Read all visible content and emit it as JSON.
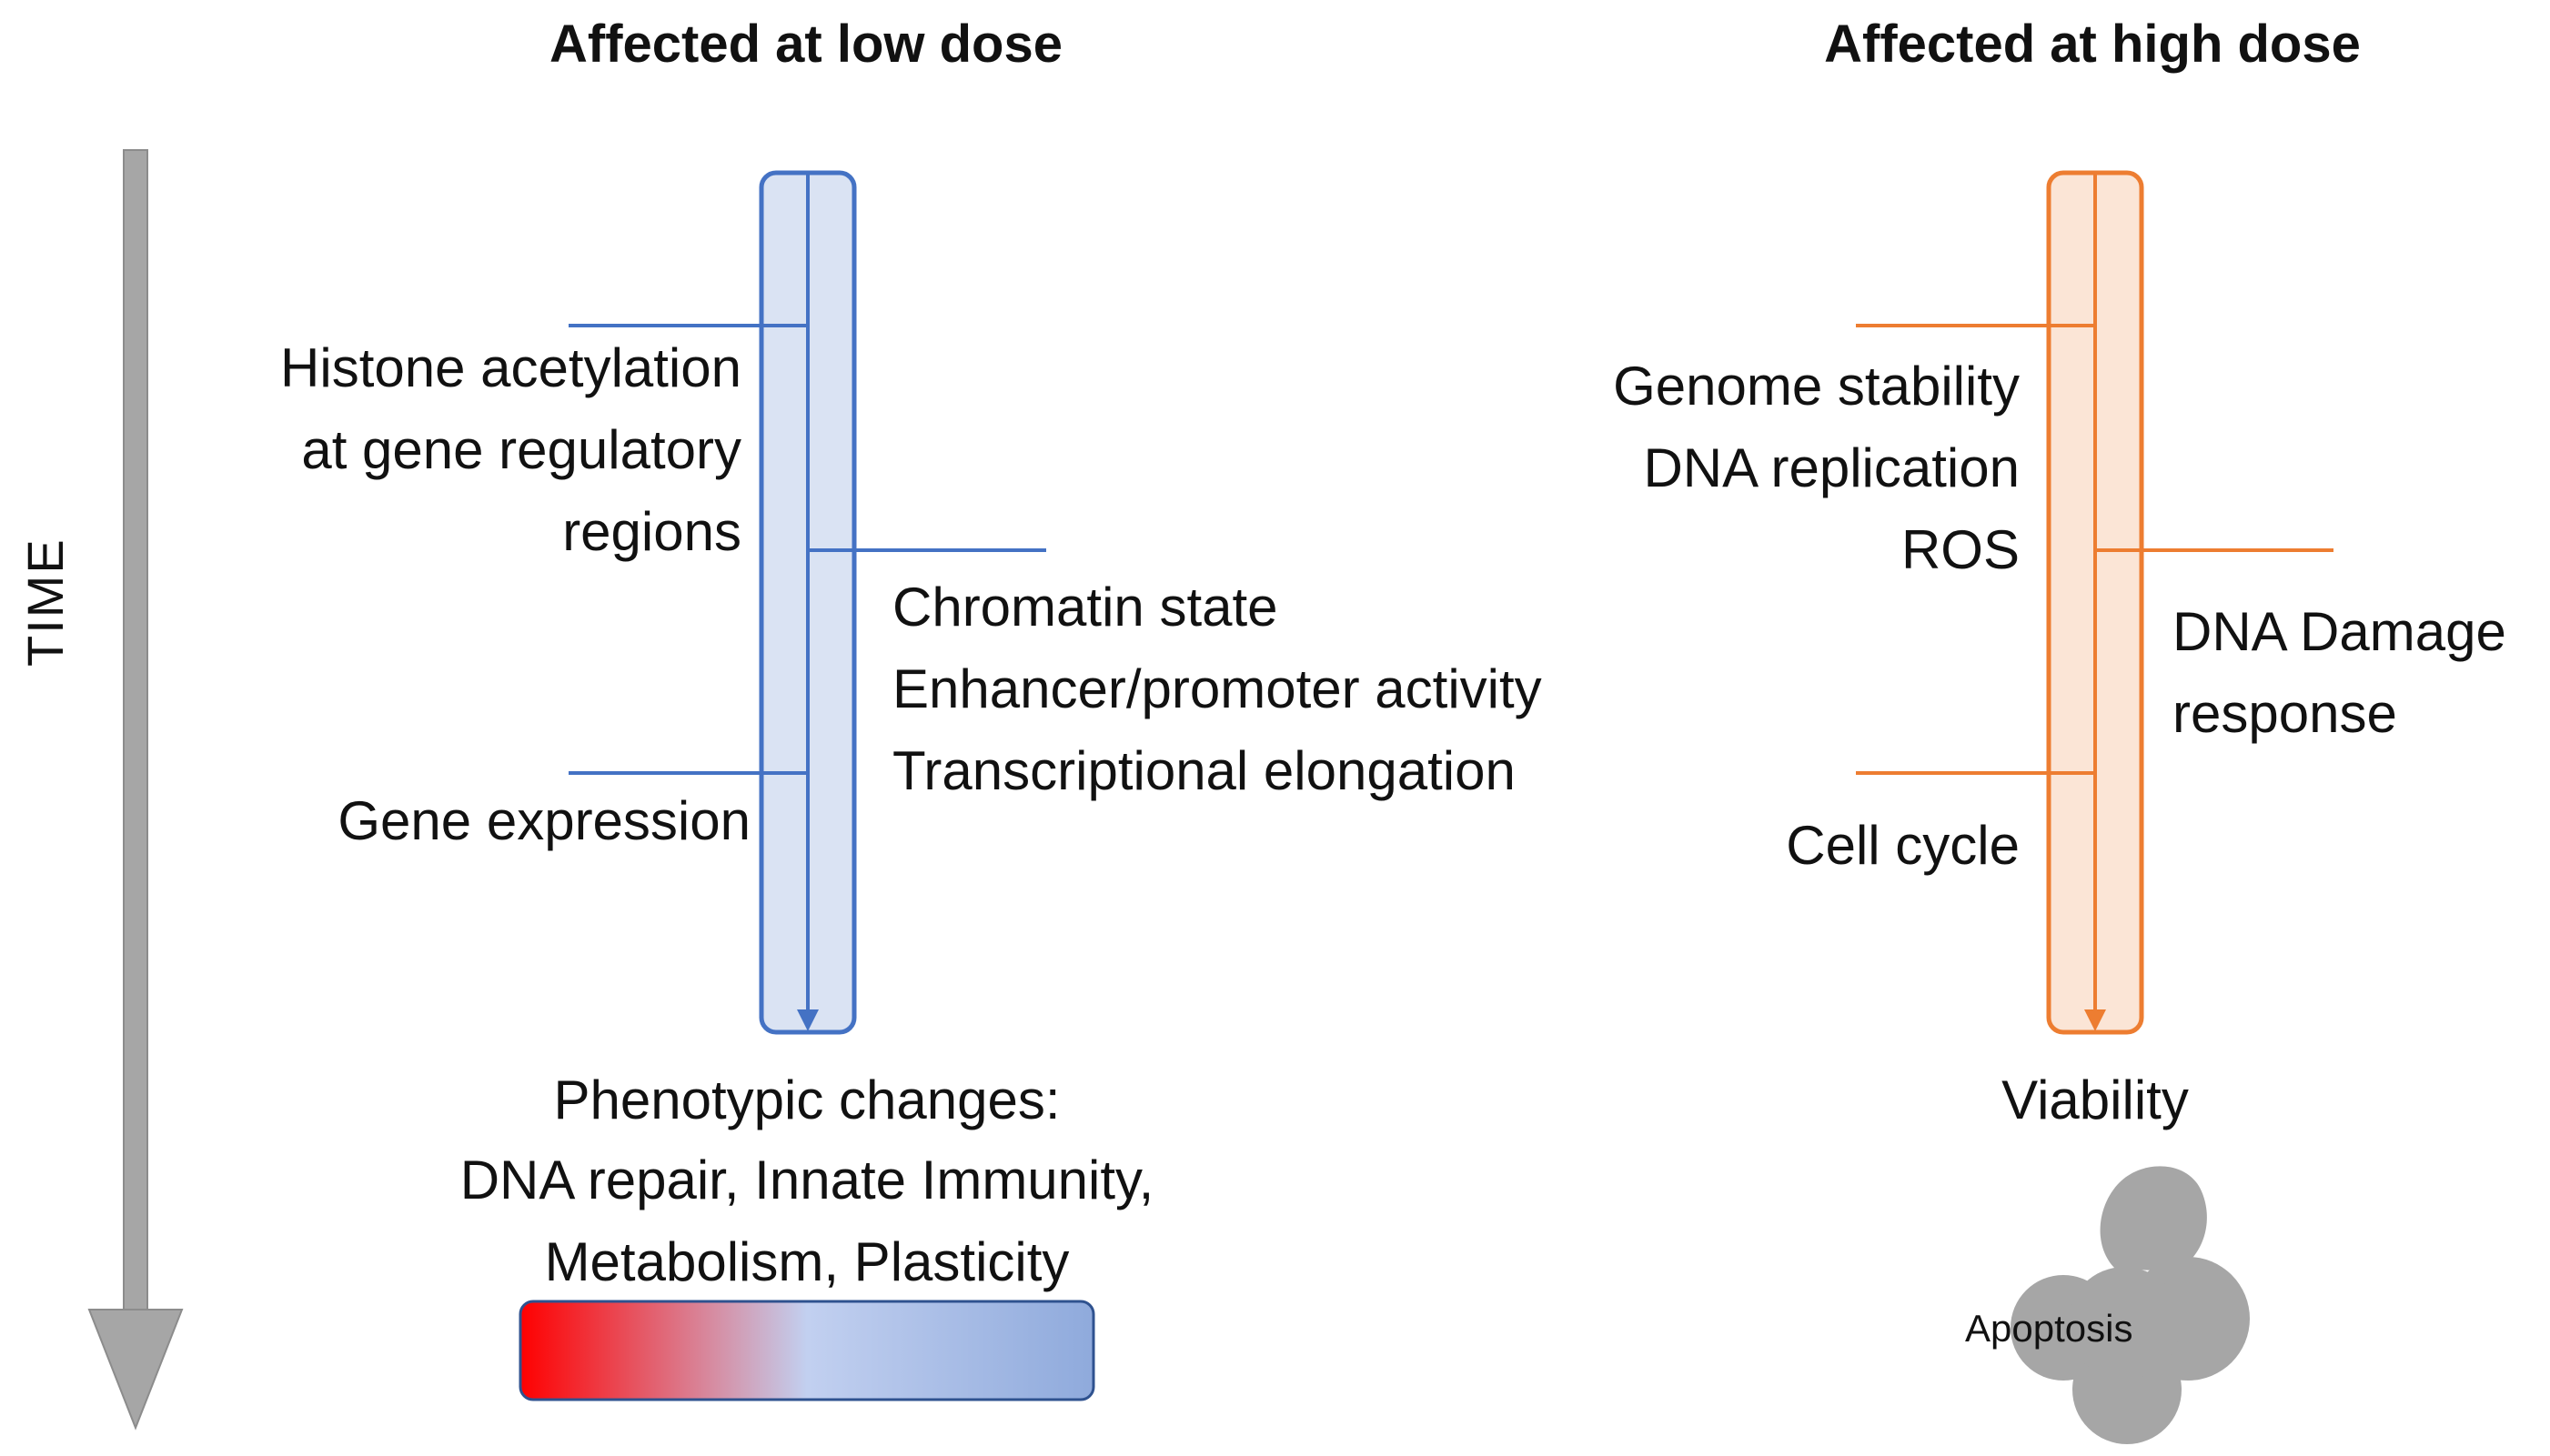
{
  "time_label": "TIME",
  "low_dose": {
    "heading": "Affected at low dose",
    "colors": {
      "stroke": "#4472c4",
      "fill": "#dae3f3"
    },
    "labels": {
      "histone": [
        "Histone acetylation",
        "at gene regulatory",
        "regions"
      ],
      "chromatin": [
        "Chromatin state",
        "Enhancer/promoter activity",
        "Transcriptional elongation"
      ],
      "gene_expression": "Gene expression"
    },
    "outcome": {
      "title": "Phenotypic changes:",
      "lines": [
        "DNA repair, Innate Immunity,",
        "Metabolism, Plasticity"
      ]
    },
    "gradient": {
      "start": "#ff0000",
      "mid": "#c2d0f0",
      "end": "#8faadc"
    }
  },
  "high_dose": {
    "heading": "Affected at high dose",
    "colors": {
      "stroke": "#ed7d31",
      "fill": "#fbe5d6"
    },
    "labels": {
      "genome": [
        "Genome stability",
        "DNA replication",
        "ROS"
      ],
      "dna_damage": [
        "DNA Damage",
        "response"
      ],
      "cell_cycle": "Cell cycle"
    },
    "outcome": {
      "title": "Viability",
      "apoptosis": "Apoptosis",
      "cell_color": "#a6a6a6"
    }
  },
  "arrow_color": "#a6a6a6"
}
